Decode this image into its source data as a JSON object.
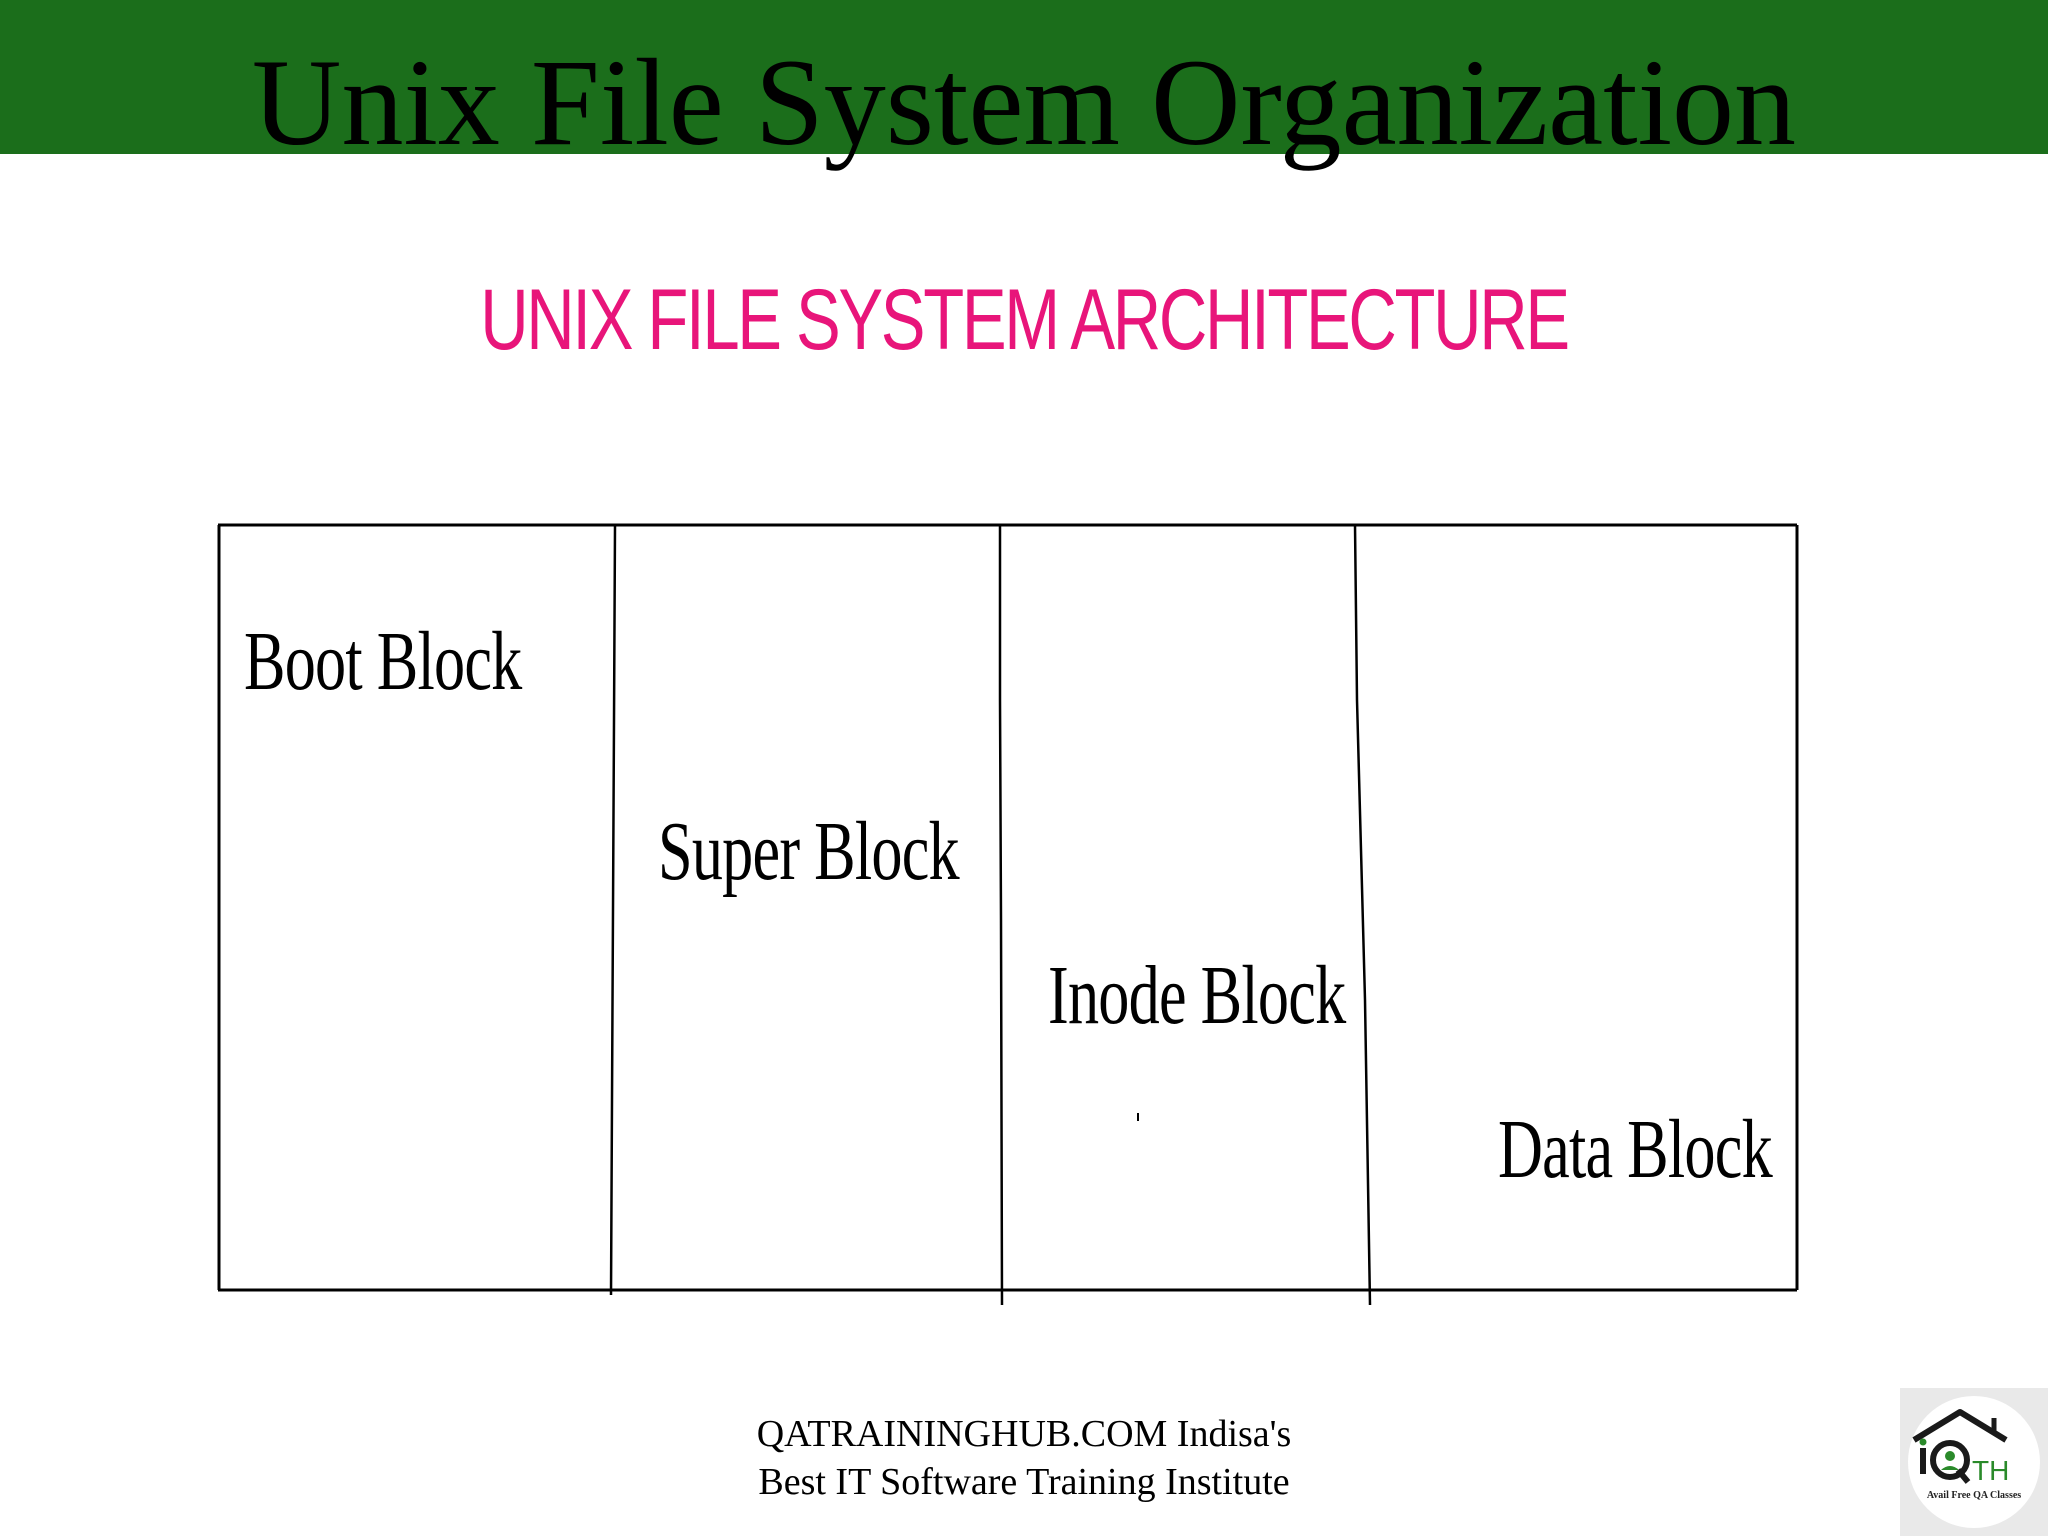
{
  "slide": {
    "title": "Unix File System Organization",
    "heading": "UNIX FILE SYSTEM ARCHITECTURE",
    "colors": {
      "header_band": "#1b6e1b",
      "heading": "#e8157a",
      "text": "#000000"
    }
  },
  "diagram": {
    "blocks": [
      {
        "label": "Boot Block"
      },
      {
        "label": "Super Block"
      },
      {
        "label": "Inode Block"
      },
      {
        "label": "Data Block"
      }
    ]
  },
  "footer": {
    "line1": "QATRAININGHUB.COM Indisa's",
    "line2": "Best IT Software Training Institute"
  },
  "logo": {
    "icon": "qth-house-logo-icon",
    "tagline": "Avail Free QA Classes"
  }
}
